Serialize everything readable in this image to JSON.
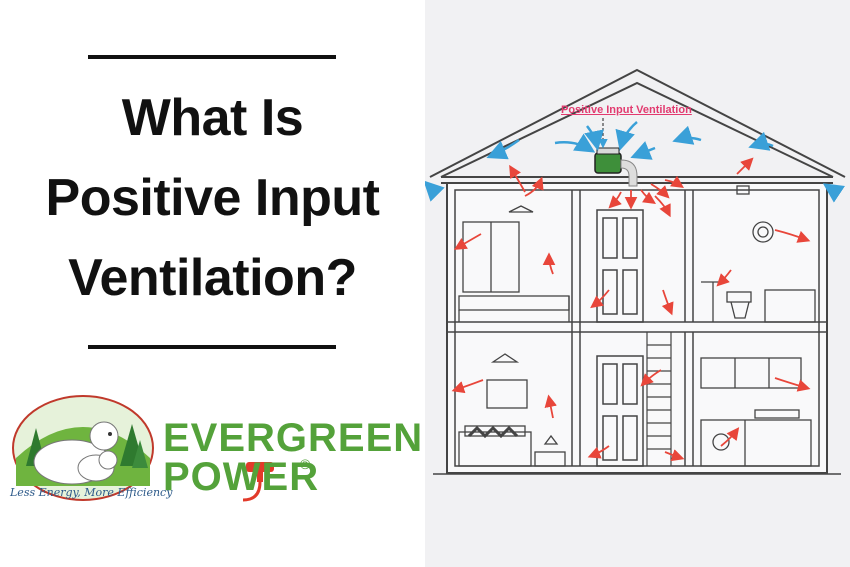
{
  "title": {
    "line1": "What Is",
    "line2": "Positive Input",
    "line3": "Ventilation?"
  },
  "logo": {
    "brand_line1": "EVERGREEN",
    "brand_line2": "POWER",
    "registered": "®",
    "tagline": "Less Energy, More Efficiency"
  },
  "diagram": {
    "unit_label": "Positive Input Ventilation"
  },
  "colors": {
    "brand_green": "#54a23a",
    "blue_arrow": "#3aa0d8",
    "red_arrow": "#e8463a",
    "label_pink": "#e23a6f"
  }
}
